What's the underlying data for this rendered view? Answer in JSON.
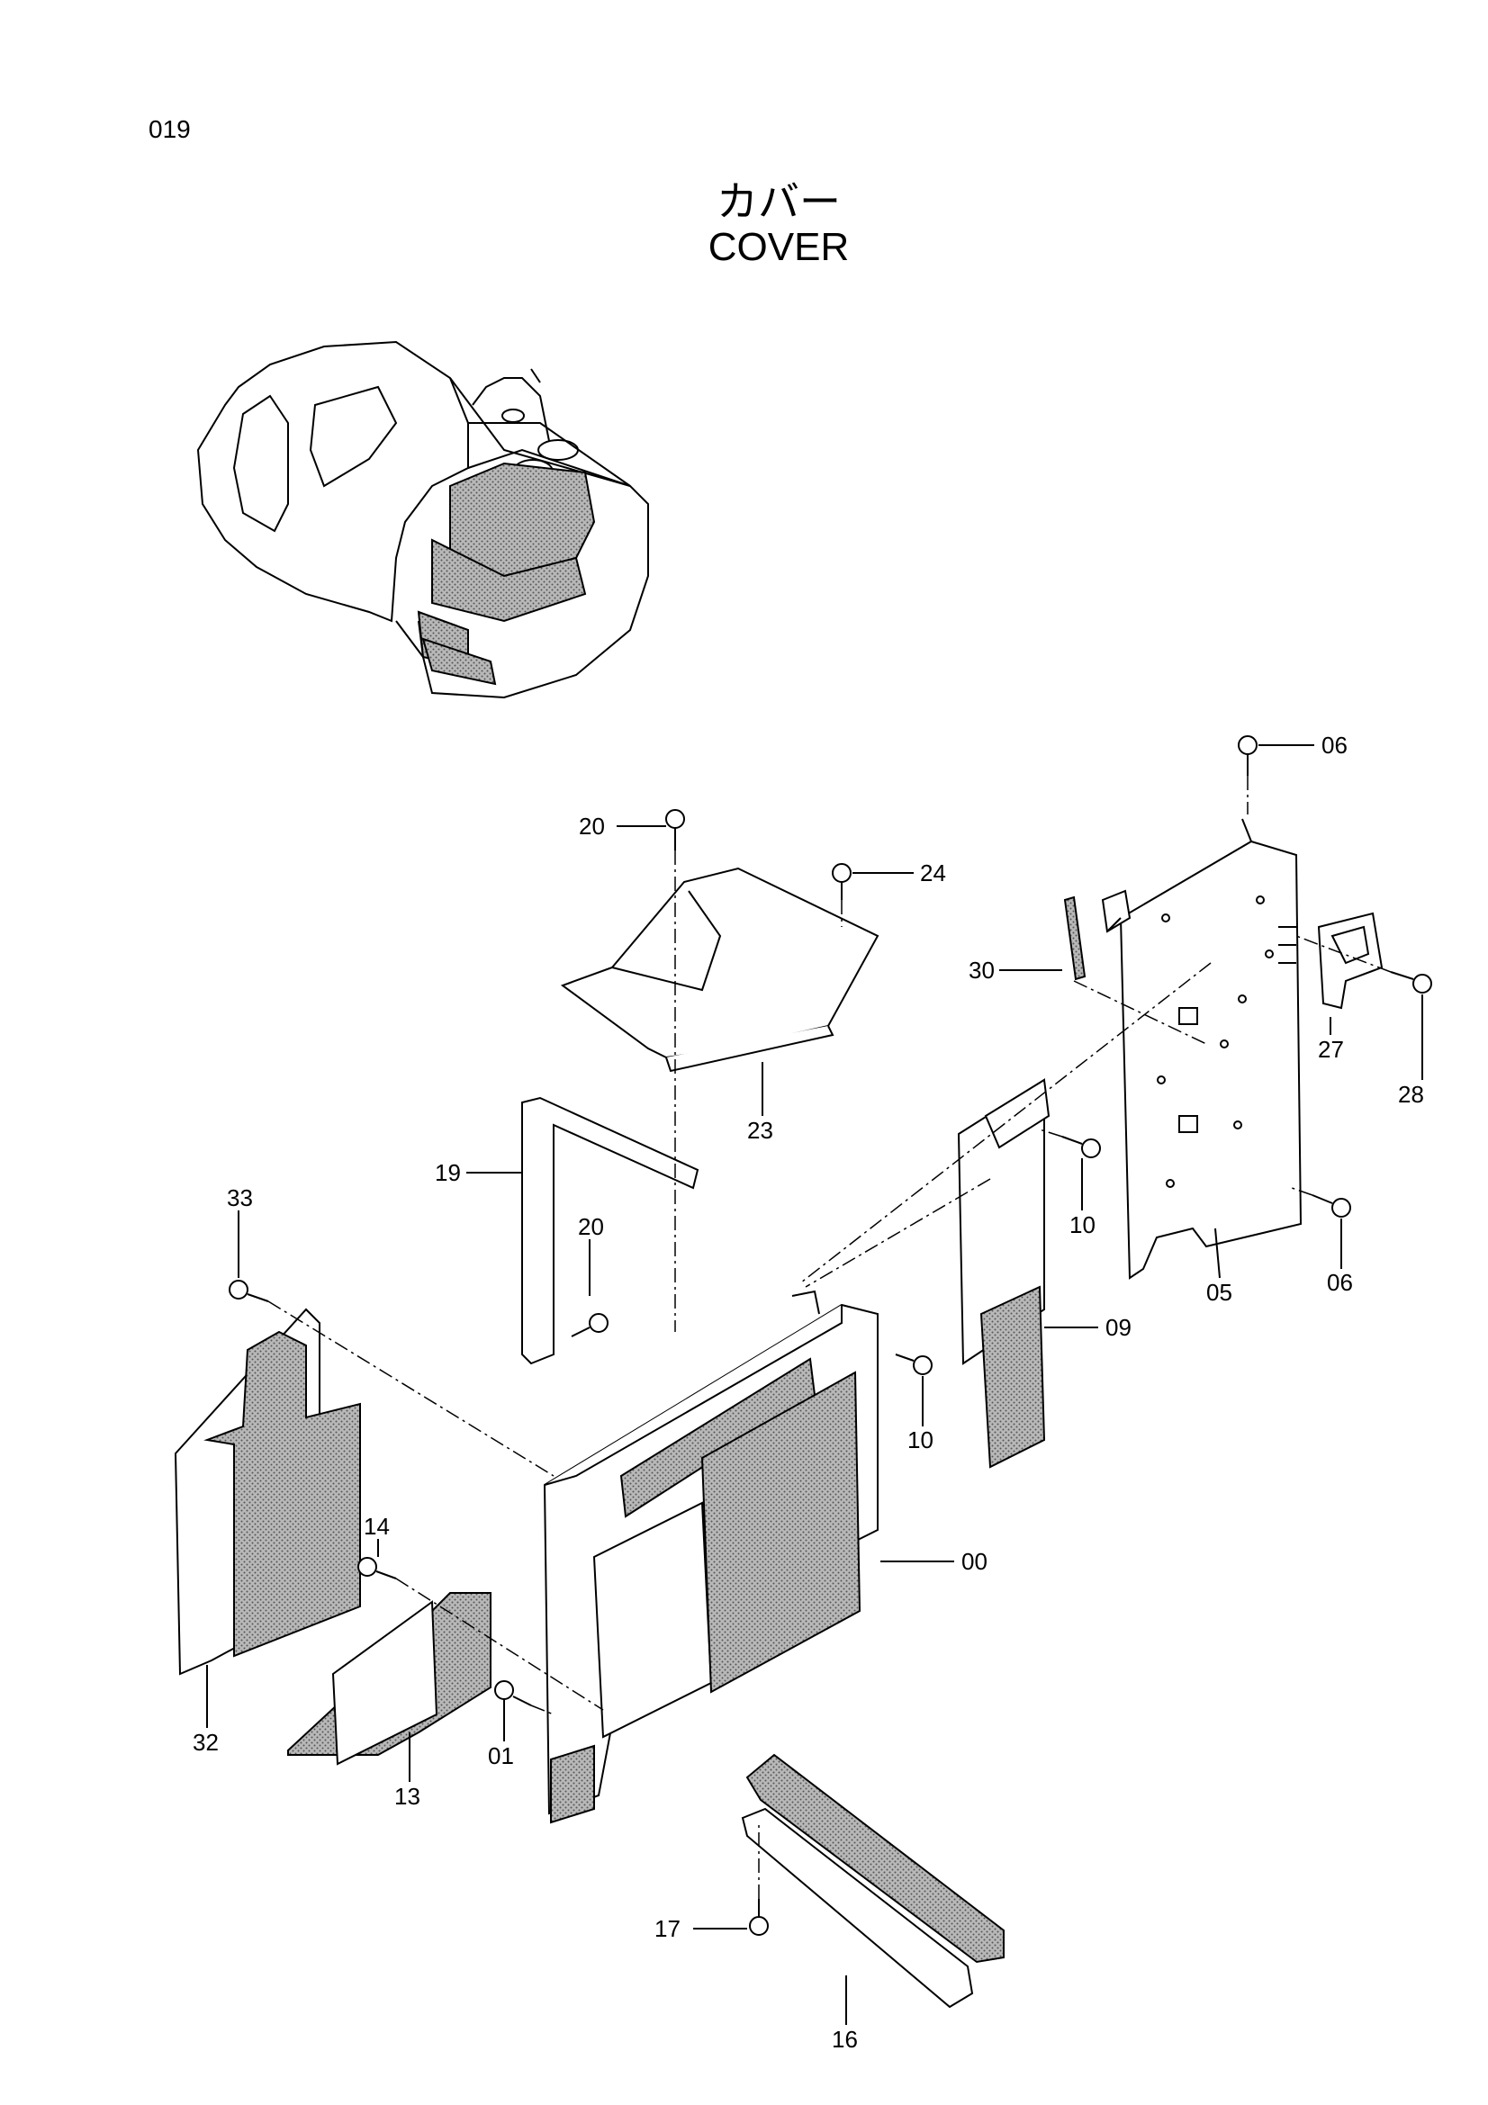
{
  "page": {
    "number": "019"
  },
  "title": {
    "japanese": "カバー",
    "english": "COVER"
  },
  "callouts": [
    {
      "id": "c06a",
      "text": "06"
    },
    {
      "id": "c20a",
      "text": "20"
    },
    {
      "id": "c24",
      "text": "24"
    },
    {
      "id": "c30",
      "text": "30"
    },
    {
      "id": "c23",
      "text": "23"
    },
    {
      "id": "c27",
      "text": "27"
    },
    {
      "id": "c28",
      "text": "28"
    },
    {
      "id": "c19",
      "text": "19"
    },
    {
      "id": "c10a",
      "text": "10"
    },
    {
      "id": "c33",
      "text": "33"
    },
    {
      "id": "c20b",
      "text": "20"
    },
    {
      "id": "c05",
      "text": "05"
    },
    {
      "id": "c06b",
      "text": "06"
    },
    {
      "id": "c09",
      "text": "09"
    },
    {
      "id": "c10b",
      "text": "10"
    },
    {
      "id": "c00",
      "text": "00"
    },
    {
      "id": "c14",
      "text": "14"
    },
    {
      "id": "c32",
      "text": "32"
    },
    {
      "id": "c01",
      "text": "01"
    },
    {
      "id": "c13",
      "text": "13"
    },
    {
      "id": "c17",
      "text": "17"
    },
    {
      "id": "c16",
      "text": "16"
    }
  ],
  "colors": {
    "line": "#000000",
    "foam": "#9a9a9a",
    "background": "#ffffff"
  }
}
